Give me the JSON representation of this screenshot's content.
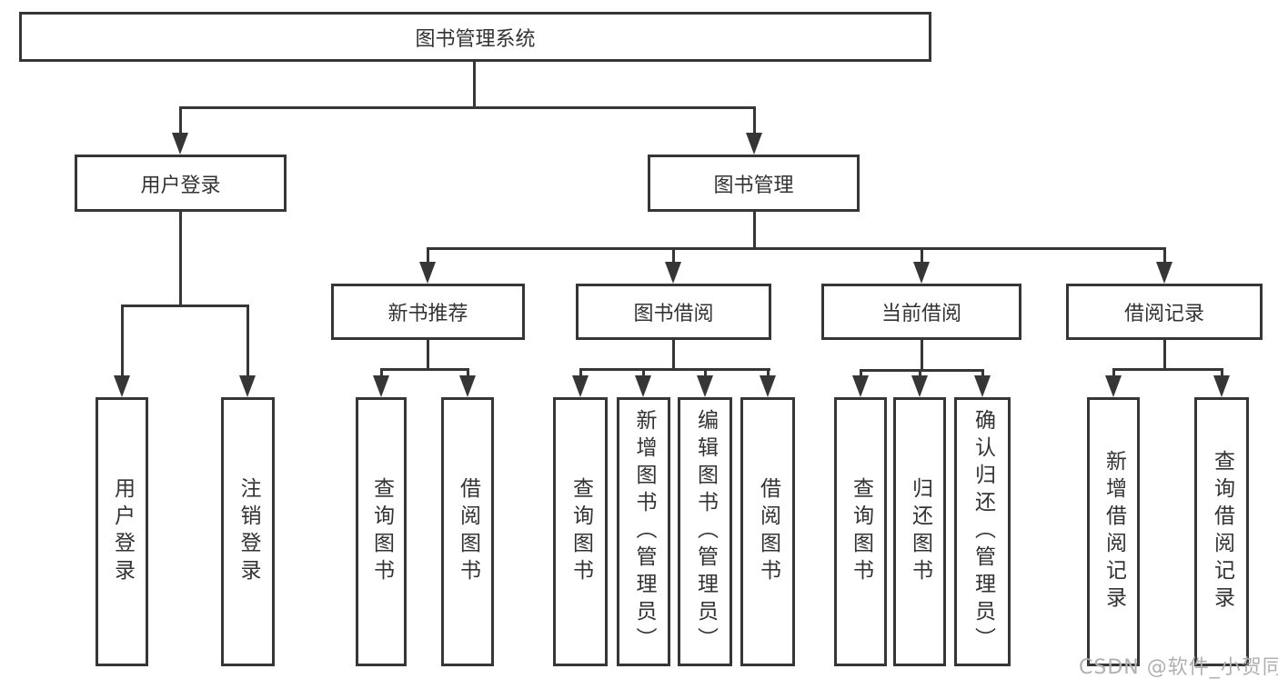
{
  "root": {
    "label": "图书管理系统"
  },
  "level2": {
    "user_login": {
      "label": "用户登录"
    },
    "book_mgmt": {
      "label": "图书管理"
    }
  },
  "user_login_children": [
    {
      "label": "用户登录"
    },
    {
      "label": "注销登录"
    }
  ],
  "level3": {
    "new_book": {
      "label": "新书推荐"
    },
    "borrow": {
      "label": "图书借阅"
    },
    "current": {
      "label": "当前借阅"
    },
    "record": {
      "label": "借阅记录"
    }
  },
  "new_book_children": [
    {
      "label": "查询图书"
    },
    {
      "label": "借阅图书"
    }
  ],
  "borrow_children": [
    {
      "label": "查询图书"
    },
    {
      "label": "新增图书（管理员）"
    },
    {
      "label": "编辑图书（管理员）"
    },
    {
      "label": "借阅图书"
    }
  ],
  "current_children": [
    {
      "label": "查询图书"
    },
    {
      "label": "归还图书"
    },
    {
      "label": "确认归还（管理员）"
    }
  ],
  "record_children": [
    {
      "label": "新增借阅记录"
    },
    {
      "label": "查询借阅记录"
    }
  ],
  "watermark": "CSDN @软件_小贺同学",
  "colors": {
    "line": "#363636",
    "background": "#ffffff",
    "watermark": "#b0b0b0"
  }
}
